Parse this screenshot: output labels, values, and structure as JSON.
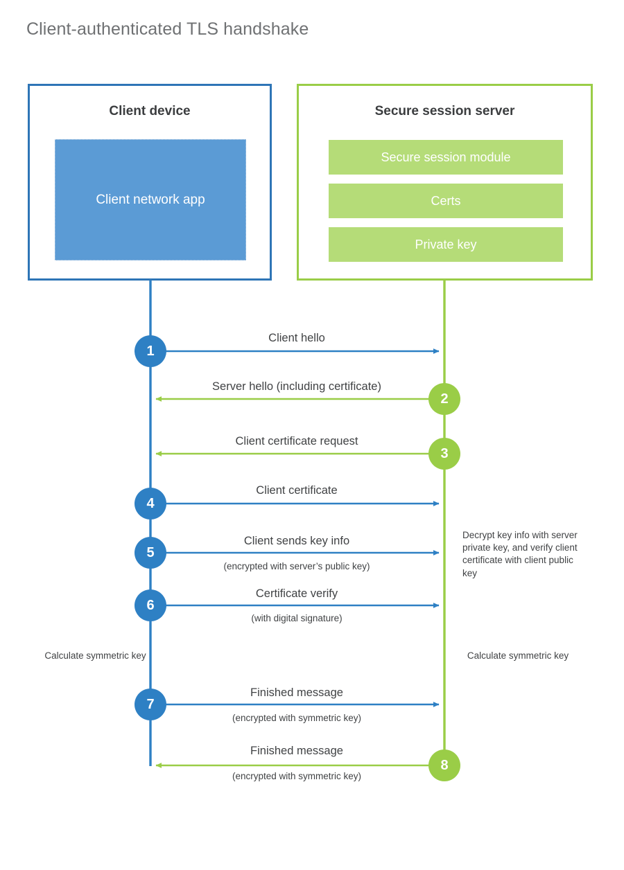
{
  "title": "Client-authenticated TLS handshake",
  "colors": {
    "client_blue": "#2e75b6",
    "client_fill": "#5b9bd5",
    "server_green": "#9acd47",
    "server_fill": "#b5dc78",
    "step_blue": "#2e80c4",
    "title_gray": "#6f7173",
    "text_dark": "#404244"
  },
  "client": {
    "title": "Client device",
    "app_label": "Client network app"
  },
  "server": {
    "title": "Secure session server",
    "bars": [
      {
        "label": "Secure session module"
      },
      {
        "label": "Certs"
      },
      {
        "label": "Private key"
      }
    ]
  },
  "steps": [
    {
      "number": "1",
      "label": "Client hello",
      "sub": "",
      "direction": "client-to-server",
      "origin": "client"
    },
    {
      "number": "2",
      "label": "Server hello (including certificate)",
      "sub": "",
      "direction": "server-to-client",
      "origin": "server"
    },
    {
      "number": "3",
      "label": "Client certificate request",
      "sub": "",
      "direction": "server-to-client",
      "origin": "server"
    },
    {
      "number": "4",
      "label": "Client certificate",
      "sub": "",
      "direction": "client-to-server",
      "origin": "client"
    },
    {
      "number": "5",
      "label": "Client sends key info",
      "sub": "(encrypted with server’s public key)",
      "direction": "client-to-server",
      "origin": "client"
    },
    {
      "number": "6",
      "label": "Certificate verify",
      "sub": "(with digital signature)",
      "direction": "client-to-server",
      "origin": "client"
    },
    {
      "number": "7",
      "label": "Finished message",
      "sub": "(encrypted with symmetric key)",
      "direction": "client-to-server",
      "origin": "client"
    },
    {
      "number": "8",
      "label": "Finished message",
      "sub": "(encrypted with symmetric key)",
      "direction": "server-to-client",
      "origin": "server"
    }
  ],
  "notes": {
    "server_decrypt": "Decrypt key info with server private key, and verify client certificate with client public key",
    "client_calc": "Calculate symmetric key",
    "server_calc": "Calculate symmetric key"
  }
}
